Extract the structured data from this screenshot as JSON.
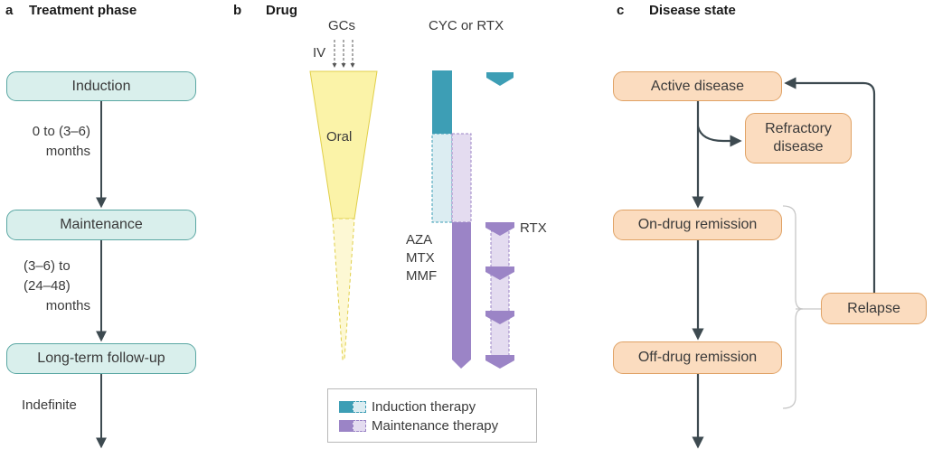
{
  "panel_a": {
    "letter": "a",
    "title": "Treatment phase",
    "stages": [
      "Induction",
      "Maintenance",
      "Long-term follow-up"
    ],
    "durations": {
      "induction": [
        "0 to (3–6)",
        "months"
      ],
      "maintenance": [
        "(3–6) to",
        "(24–48)",
        "months"
      ],
      "followup": "Indefinite"
    }
  },
  "panel_b": {
    "letter": "b",
    "title": "Drug",
    "gcs_label": "GCs",
    "iv_label": "IV",
    "oral_label": "Oral",
    "cyc_rtx_label": "CYC or RTX",
    "rtx_label": "RTX",
    "maintenance_drugs": [
      "AZA",
      "MTX",
      "MMF"
    ],
    "legend": {
      "induction": "Induction therapy",
      "maintenance": "Maintenance therapy"
    },
    "colors": {
      "induction": "#3d9eb5",
      "induction_light": "#dcedf2",
      "maintenance": "#9b84c6",
      "maintenance_light": "#e4dcf0",
      "gc_yellow": "#fbf3a8"
    }
  },
  "panel_c": {
    "letter": "c",
    "title": "Disease state",
    "active": "Active disease",
    "refractory": [
      "Refractory",
      "disease"
    ],
    "on_drug": "On-drug remission",
    "off_drug": "Off-drug remission",
    "relapse": "Relapse"
  }
}
